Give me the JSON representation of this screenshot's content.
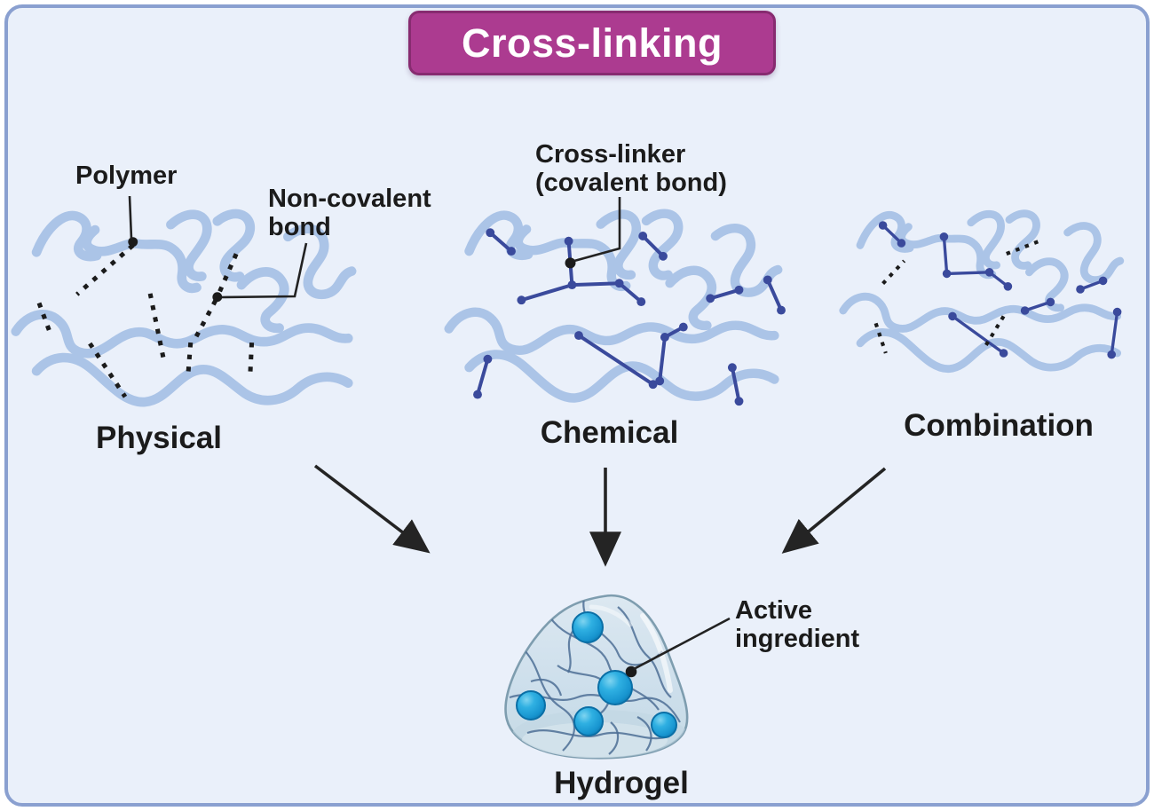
{
  "figure": {
    "title": "Cross-linking",
    "types": [
      {
        "name": "Physical",
        "annotations": [
          "Polymer",
          "Non-covalent\nbond"
        ],
        "bond_rendering": "dashed-black-lines"
      },
      {
        "name": "Chemical",
        "annotations": [
          "Cross-linker\n(covalent bond)"
        ],
        "bond_rendering": "solid-navy-links-with-dots"
      },
      {
        "name": "Combination",
        "annotations": [],
        "bond_rendering": "mixed-dashed-and-solid-links"
      }
    ],
    "product": {
      "name": "Hydrogel",
      "annotations": [
        "Active\ningredient"
      ],
      "active_ingredient_count": 5
    }
  },
  "colors": {
    "canvas_bg": "#EAF0FA",
    "frame_border": "#8AA0D0",
    "title_bg": "#AC3B90",
    "title_border": "#872B70",
    "title_text": "#FFFFFF",
    "ink": "#1B1B1B",
    "polymer_strand": "#ABC4E7",
    "covalent_link": "#3A4A9C",
    "arrow": "#242424",
    "hydrogel_network": "#4D6F95",
    "active_ingredient_fill": "#1CA0DC"
  }
}
